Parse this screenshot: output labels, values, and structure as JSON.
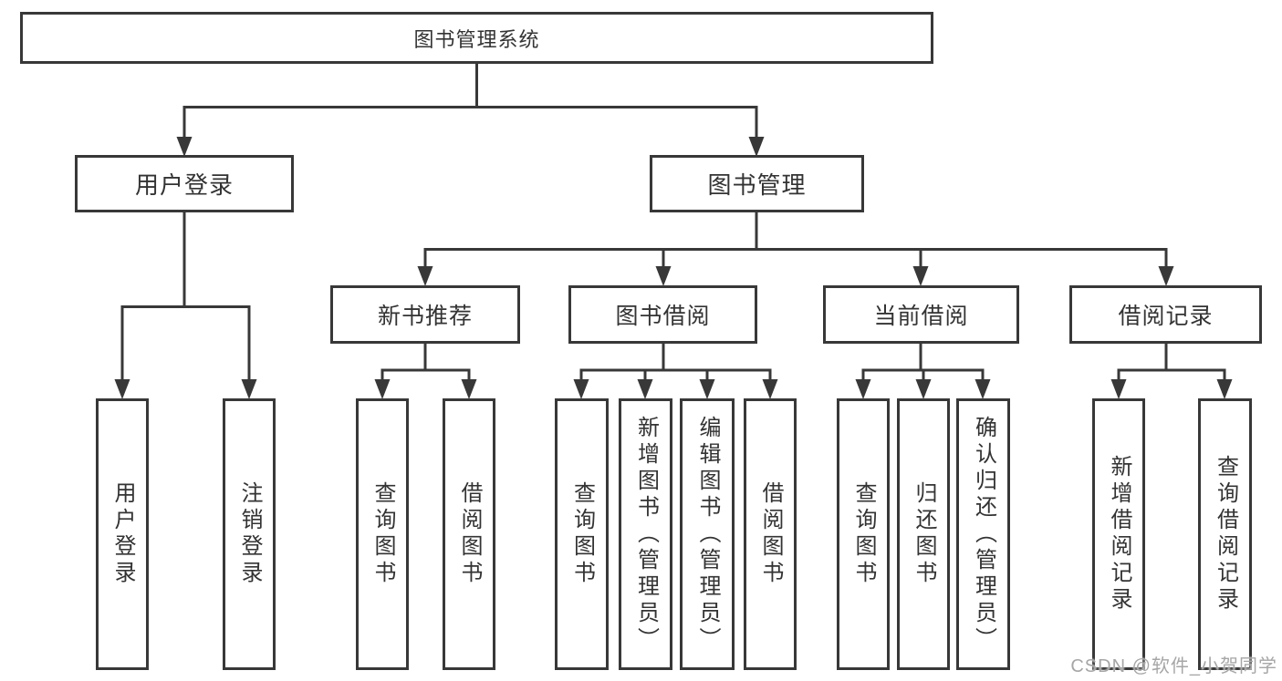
{
  "tree": {
    "root": {
      "label": "图书管理系统"
    },
    "user_login": {
      "label": "用户登录",
      "children": [
        {
          "label": "用户登录"
        },
        {
          "label": "注销登录"
        }
      ]
    },
    "book_mgmt": {
      "label": "图书管理",
      "modules": [
        {
          "label": "新书推荐",
          "children": [
            {
              "label": "查询图书"
            },
            {
              "label": "借阅图书"
            }
          ]
        },
        {
          "label": "图书借阅",
          "children": [
            {
              "label": "查询图书"
            },
            {
              "label": "新增图书（管理员）"
            },
            {
              "label": "编辑图书（管理员）"
            },
            {
              "label": "借阅图书"
            }
          ]
        },
        {
          "label": "当前借阅",
          "children": [
            {
              "label": "查询图书"
            },
            {
              "label": "归还图书"
            },
            {
              "label": "确认归还（管理员）"
            }
          ]
        },
        {
          "label": "借阅记录",
          "children": [
            {
              "label": "新增借阅记录"
            },
            {
              "label": "查询借阅记录"
            }
          ]
        }
      ]
    }
  },
  "watermark": {
    "text": "CSDN @软件_小贺同学"
  },
  "colors": {
    "line": "#383838",
    "text": "#333333",
    "background": "#ffffff",
    "watermark": "#a6a6a6"
  }
}
